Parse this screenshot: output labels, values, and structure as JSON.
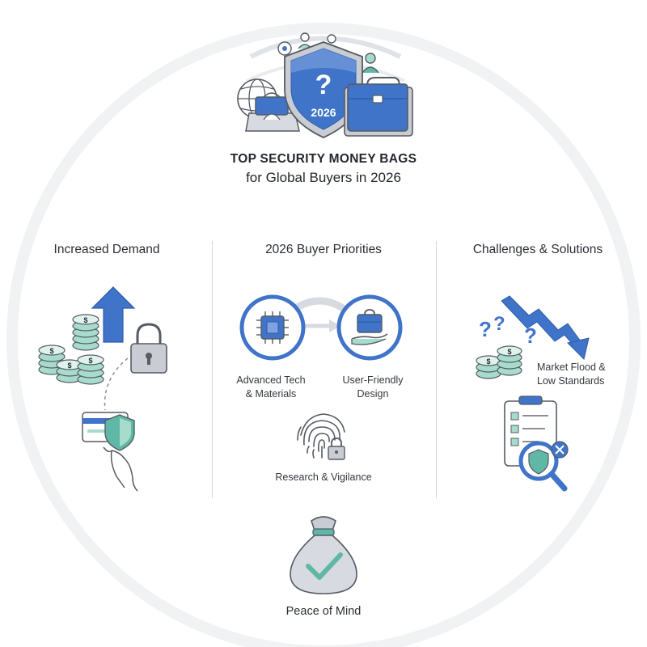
{
  "header": {
    "shield_year": "2026",
    "shield_mark": "?",
    "title_line1": "TOP SECURITY MONEY BAGS",
    "title_line2": "for Global Buyers in 2026"
  },
  "columns": {
    "left": {
      "heading": "Increased Demand",
      "coin_symbol": "$"
    },
    "middle": {
      "heading": "2026 Buyer Priorities",
      "item1": [
        "Advanced Tech",
        "& Materials"
      ],
      "item2": [
        "User-Friendly",
        "Design"
      ],
      "item3": "Research & Vigilance"
    },
    "right": {
      "heading": "Challenges & Solutions",
      "question_mark": "?",
      "item1": [
        "Market Flood &",
        "Low Standards"
      ]
    }
  },
  "footer": {
    "label": "Peace of Mind"
  },
  "colors": {
    "blue": "#3f74c9",
    "blue_light": "#7ea3e0",
    "teal": "#5fb8a5",
    "teal_light": "#a7dccd",
    "gray": "#c9ccd2",
    "outline": "#565b64"
  }
}
